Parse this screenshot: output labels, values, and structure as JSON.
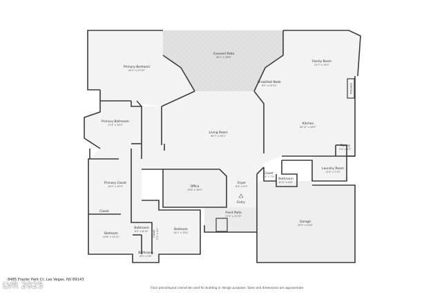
{
  "plan": {
    "colors": {
      "wall": "#3a3a3a",
      "floor": "#f2f2f2",
      "patio": "#e3e3e3",
      "garage": "#eeeeee"
    },
    "rooms": {
      "covered_patio": {
        "name": "Covered Patio",
        "dim": "38'1\" x 18'8\""
      },
      "primary_bedroom": {
        "name": "Primary Bedroom",
        "dim": "20'2\" x 27'10\""
      },
      "family_room": {
        "name": "Family Room",
        "dim": "22'7\" x 19'5\""
      },
      "breakfast_nook": {
        "name": "Breakfast Nook",
        "dim": "8'5\" x 10'11\""
      },
      "fireplace": {
        "name": "Fireplace"
      },
      "primary_bathroom": {
        "name": "Primary Bathroom",
        "dim": "17'4\" x 24'3\""
      },
      "living_room": {
        "name": "Living Room",
        "dim": "30'7\" x 23'1\""
      },
      "kitchen": {
        "name": "Kitchen",
        "dim": "30'11\" x 18'2\""
      },
      "pantry": {
        "name": "Pantry",
        "dim": "5'4\" x 5'2\""
      },
      "laundry_room": {
        "name": "Laundry Room",
        "dim": "12'4\" x 7'10\""
      },
      "closet_center": {
        "name": "Closet",
        "dim": "3'4\" x 7'5\""
      },
      "bathroom_center": {
        "name": "Bathroom",
        "dim": "8'11\" x 5'8\""
      },
      "primary_closet": {
        "name": "Primary Closet",
        "dim": "10'0\" x 15'3\""
      },
      "office": {
        "name": "Office",
        "dim": "10'8\" x 16'0\""
      },
      "foyer": {
        "name": "Foyer",
        "dim": "8'4\" x 9'3\""
      },
      "entry": {
        "name": "Entry"
      },
      "front_patio": {
        "name": "Front Patio",
        "dim": "11'3\" x 11'10\""
      },
      "garage": {
        "name": "Garage",
        "dim": "29'3\" x 23'8\""
      },
      "closet_left": {
        "name": "Closet"
      },
      "bedroom_left": {
        "name": "Bedroom",
        "dim": "14'8\" x 14'11\""
      },
      "bathroom_small": {
        "name": "Bathroom",
        "dim": "8'2\" x 8'10\""
      },
      "closet_small": {
        "name": "Closet",
        "dim": "2'5\" x 4'0\""
      },
      "bedroom_right": {
        "name": "Bedroom",
        "dim": "14'1\" x 15'4\""
      },
      "bathroom_bottom": {
        "name": "Bathroom",
        "dim": "8'9\" x 5'6\""
      }
    }
  },
  "footer": {
    "address": "8485 Frazier Park Ct, Las Vegas, NV 89143",
    "disclaimer": "Floor plans/layout cannot be used for building or design purposes. Sizes and dimensions are approximate.",
    "watermark": "LVR 2025"
  }
}
